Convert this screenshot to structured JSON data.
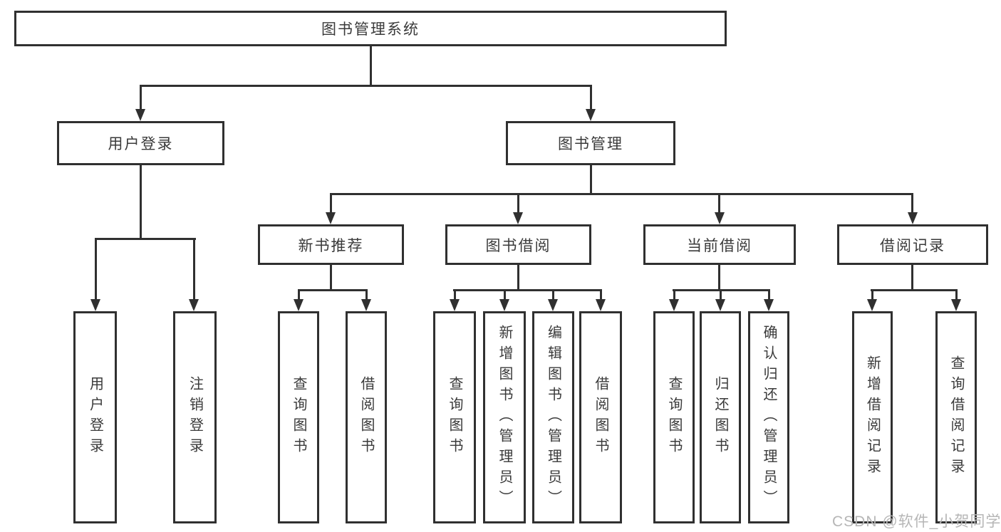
{
  "tree": {
    "label": "图书管理系统",
    "children": [
      {
        "label": "用户登录",
        "children": [
          {
            "label": "用户登录"
          },
          {
            "label": "注销登录"
          }
        ]
      },
      {
        "label": "图书管理",
        "children": [
          {
            "label": "新书推荐",
            "children": [
              {
                "label": "查询图书"
              },
              {
                "label": "借阅图书"
              }
            ]
          },
          {
            "label": "图书借阅",
            "children": [
              {
                "label": "查询图书"
              },
              {
                "label": "新增图书（管理员）"
              },
              {
                "label": "编辑图书（管理员）"
              },
              {
                "label": "借阅图书"
              }
            ]
          },
          {
            "label": "当前借阅",
            "children": [
              {
                "label": "查询图书"
              },
              {
                "label": "归还图书"
              },
              {
                "label": "确认归还（管理员）"
              }
            ]
          },
          {
            "label": "借阅记录",
            "children": [
              {
                "label": "新增借阅记录"
              },
              {
                "label": "查询借阅记录"
              }
            ]
          }
        ]
      }
    ]
  },
  "watermark": {
    "text": "CSDN @软件_小贺同学"
  },
  "colors": {
    "line": "#303030",
    "text": "#3a3a3a",
    "background": "#ffffff",
    "watermark": "#b6b6b6"
  }
}
